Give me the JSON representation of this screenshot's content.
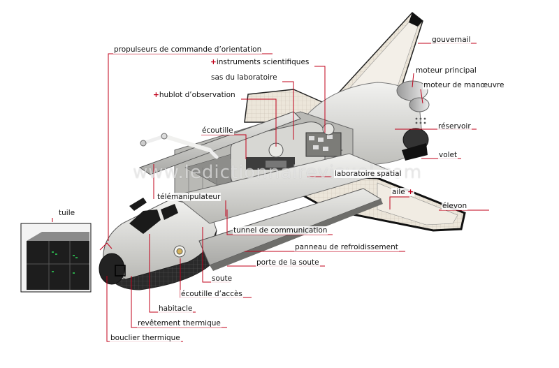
{
  "labels": {
    "propulseurs": "propulseurs de commande d’orientation",
    "instruments": "instruments scientifiques",
    "sas": "sas du laboratoire",
    "hublot": "hublot d’observation",
    "ecoutille": "écoutille",
    "telemanipulateur": "télémanipulateur",
    "tuile": "tuile",
    "gouvernail": "gouvernail",
    "moteur_principal": "moteur principal",
    "moteur_manoeuvre": "moteur de manœuvre",
    "reservoir": "réservoir",
    "volet": "volet",
    "laboratoire": "laboratoire spatial",
    "aile": "aile",
    "elevon": "élevon",
    "tunnel": "tunnel de communication",
    "panneau": "panneau de refroidissement",
    "porte": "porte de la soute",
    "soute": "soute",
    "ecoutille_acces": "écoutille d’accès",
    "habitacle": "habitacle",
    "revetement": "revêtement thermique",
    "bouclier": "bouclier thermique"
  },
  "plus_marker": "+",
  "watermark": "www.ledictionnairevisuel.com",
  "colors": {
    "leader_line": "#c0001a",
    "hull": "#d9d9d6",
    "wing_tiles": "#ece7de",
    "black_tiles": "#1b1b1b"
  }
}
